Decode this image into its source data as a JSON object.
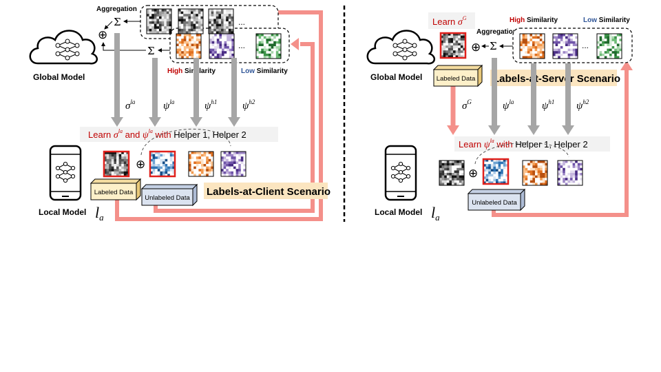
{
  "left": {
    "aggregation": "Aggregation",
    "sigma_sym": "Σ",
    "oplus_sym": "⊕",
    "ellipsis": "...",
    "global_model": "Global Model",
    "high_word": "High",
    "similarity_word": "Similarity",
    "low_word": "Low",
    "arrow_labels": [
      "σ",
      "ψ",
      "ψ",
      "ψ"
    ],
    "arrow_sup": [
      "la",
      "la",
      "h1",
      "h2"
    ],
    "learn": "Learn",
    "and_word": "and",
    "with_word": "with",
    "helpers": "Helper 1, Helper 2",
    "labeled_data": "Labeled Data",
    "unlabeled_data": "Unlabeled Data",
    "scenario": "Labels-at-Client Scenario",
    "local_model": "Local Model",
    "local_sym": "l",
    "local_sub": "a"
  },
  "right": {
    "learn_sigma": "Learn",
    "sigma_sup": "G",
    "aggregation": "Aggregation",
    "oplus_sym": "⊕",
    "sigma_sym": "Σ",
    "ellipsis": "...",
    "high_word": "High",
    "similarity_word": "Similarity",
    "low_word": "Low",
    "global_model": "Global Model",
    "labeled_data": "Labeled Data",
    "scenario": "Labels-at-Server Scenario",
    "arrow_labels": [
      "σ",
      "ψ",
      "ψ",
      "ψ"
    ],
    "arrow_sup": [
      "G",
      "la",
      "h1",
      "h2"
    ],
    "learn": "Learn",
    "with_word": "with",
    "helpers": "Helper 1, Helper 2",
    "unlabeled_data": "Unlabeled Data",
    "local_model": "Local Model",
    "local_sym": "l",
    "local_sub": "a"
  },
  "colors": {
    "red_text": "#c00000",
    "blue_text": "#2f5597",
    "salmon_arrow": "#f4908a",
    "gray_arrow": "#a6a6a6",
    "highlight": "#fbe5c0",
    "labeled_box": "#fdf0c9",
    "unlabeled_box": "#dbe3f0",
    "red_frame": "#e0201b"
  }
}
